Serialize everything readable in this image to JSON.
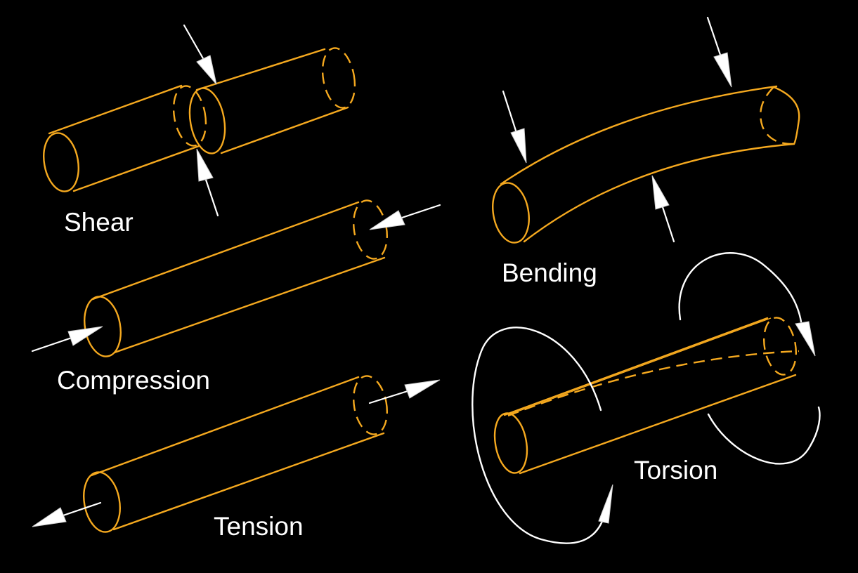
{
  "diagram": {
    "background": "#000000",
    "rod_color": "#f5a91f",
    "arrow_color": "#ffffff",
    "labels": {
      "shear": "Shear",
      "compression": "Compression",
      "tension": "Tension",
      "bending": "Bending",
      "torsion": "Torsion"
    }
  }
}
